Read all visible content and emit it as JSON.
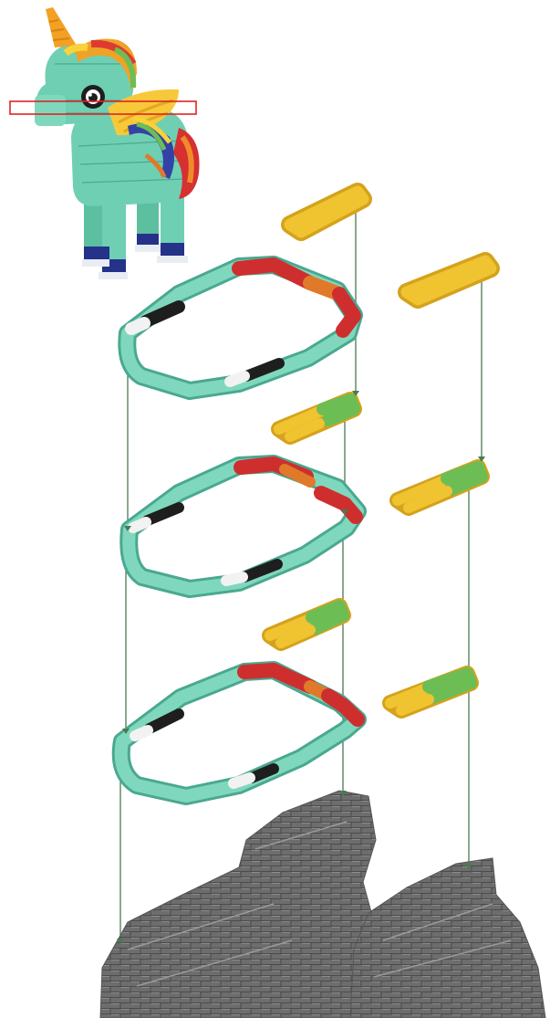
{
  "diagram": {
    "kind": "exploded-isometric-brick-build-instruction",
    "preview_model": "unicorn",
    "highlighted_section": "eye-line",
    "base_layer": "gray-stacked-bricks",
    "layers_left_column": 3,
    "layers_right_column": 3
  },
  "colors": {
    "mint": "#6fcfb3",
    "mint_light": "#a8e6d4",
    "gray": "#6d6d6d",
    "gray_light": "#8d8d8d",
    "yellow": "#f0c331",
    "yellow_light": "#f7dc70",
    "green": "#6dbd55",
    "red": "#cf2e2e",
    "orange": "#e07a2a",
    "black": "#1e1e1e",
    "white": "#f2f2f2",
    "guide_line": "#4a7a52",
    "highlight": "#e02424",
    "navy": "#25328a"
  }
}
